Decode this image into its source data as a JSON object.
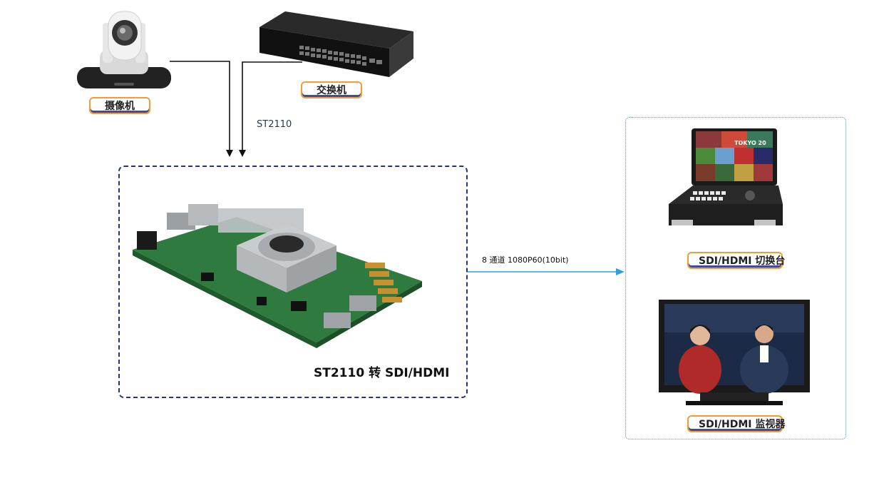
{
  "devices": {
    "camera_label": "摄像机",
    "switch_label": "交换机",
    "switcher_label": "SDI/HDMI 切换台",
    "monitor_label": "SDI/HDMI 监视器"
  },
  "links": {
    "input_protocol": "ST2110",
    "output_spec": "8 通道 1080P60(10bit)"
  },
  "board": {
    "title": "ST2110 转 SDI/HDMI"
  },
  "switcher_screen_text": "TOKYO 20",
  "colors": {
    "left_box_border": "#27327a",
    "right_box_border": "#2ea0d8",
    "output_arrow": "#2e9fe0",
    "pill_border": "#f39a3b",
    "pill_shadow": "#3e4c9a",
    "pcb_green": "#2f7a3f"
  },
  "icons": {
    "camera": "ptz-camera-icon",
    "switch": "network-switch-icon",
    "board": "converter-board-icon",
    "switcher": "video-switcher-icon",
    "monitor": "broadcast-monitor-icon"
  }
}
